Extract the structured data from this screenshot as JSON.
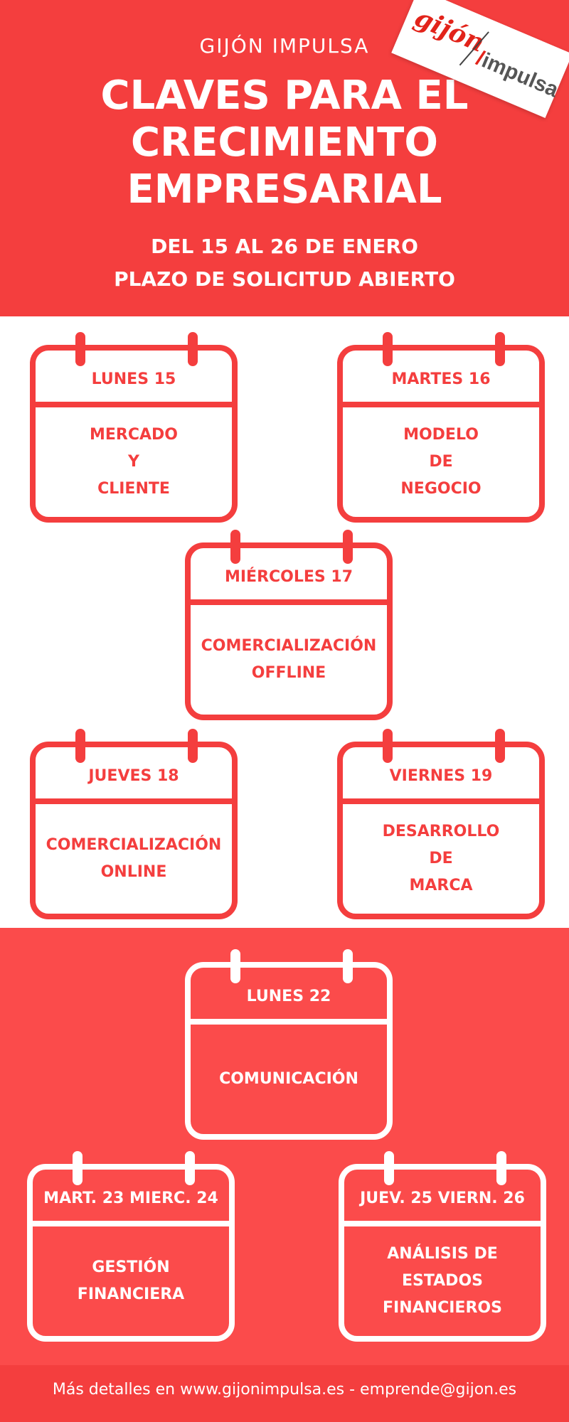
{
  "header": {
    "brand": "GIJÓN IMPULSA",
    "title_lines": [
      "CLAVES PARA EL",
      "CRECIMIENTO",
      "EMPRESARIAL"
    ],
    "date_lines": [
      "DEL 15 AL 26 DE ENERO",
      "PLAZO DE SOLICITUD ABIERTO"
    ],
    "logo": {
      "gijon": "gijón",
      "impulsa": "impulsa"
    }
  },
  "sessions": [
    {
      "day": "LUNES 15",
      "topic": [
        "MERCADO",
        "Y",
        "CLIENTE"
      ]
    },
    {
      "day": "MARTES 16",
      "topic": [
        "MODELO",
        "DE",
        "NEGOCIO"
      ]
    },
    {
      "day": "MIÉRCOLES 17",
      "topic": [
        "COMERCIALIZACIÓN",
        "OFFLINE"
      ]
    },
    {
      "day": "JUEVES 18",
      "topic": [
        "COMERCIALIZACIÓN",
        "ONLINE"
      ]
    },
    {
      "day": "VIERNES 19",
      "topic": [
        "DESARROLLO",
        "DE",
        "MARCA"
      ]
    },
    {
      "day": "LUNES 22",
      "topic": [
        "COMUNICACIÓN"
      ]
    },
    {
      "day": "MART. 23 MIERC. 24",
      "topic": [
        "GESTIÓN",
        "FINANCIERA"
      ]
    },
    {
      "day": "JUEV. 25 VIERN. 26",
      "topic": [
        "ANÁLISIS DE",
        "ESTADOS",
        "FINANCIEROS"
      ]
    }
  ],
  "footer": {
    "text": "Más detalles en www.gijonimpulsa.es - emprende@gijon.es"
  },
  "colors": {
    "primary_red": "#f43e3e",
    "light_red": "#fb4b4b",
    "white": "#ffffff"
  }
}
